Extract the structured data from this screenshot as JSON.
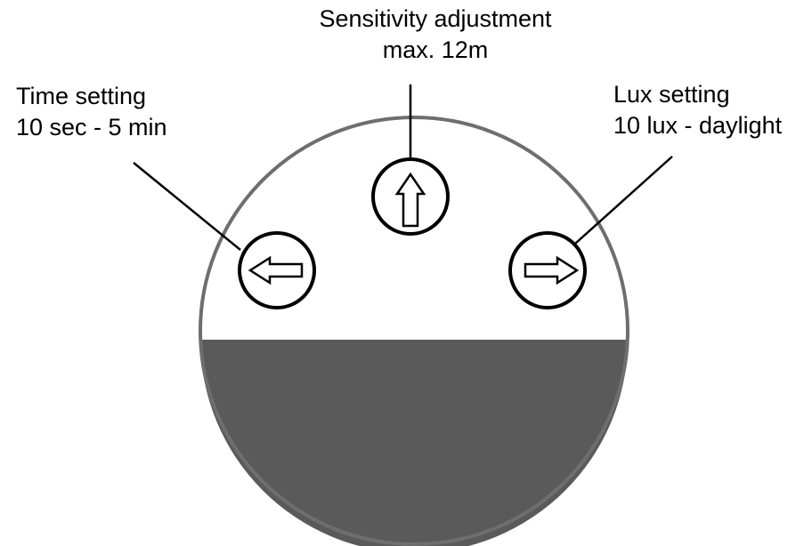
{
  "labels": {
    "sensitivity": {
      "line1": "Sensitivity adjustment",
      "line2": "max. 12m"
    },
    "time": {
      "line1": "Time setting",
      "line2": "10 sec - 5 min"
    },
    "lux": {
      "line1": "Lux setting",
      "line2": "10 lux - daylight"
    }
  },
  "colors": {
    "outline": "#6e6e6e",
    "fill_bottom": "#5a5a5a",
    "stroke": "#000000",
    "background": "#ffffff"
  },
  "icons": {
    "up": "arrow-up-icon",
    "left": "arrow-left-icon",
    "right": "arrow-right-icon"
  }
}
